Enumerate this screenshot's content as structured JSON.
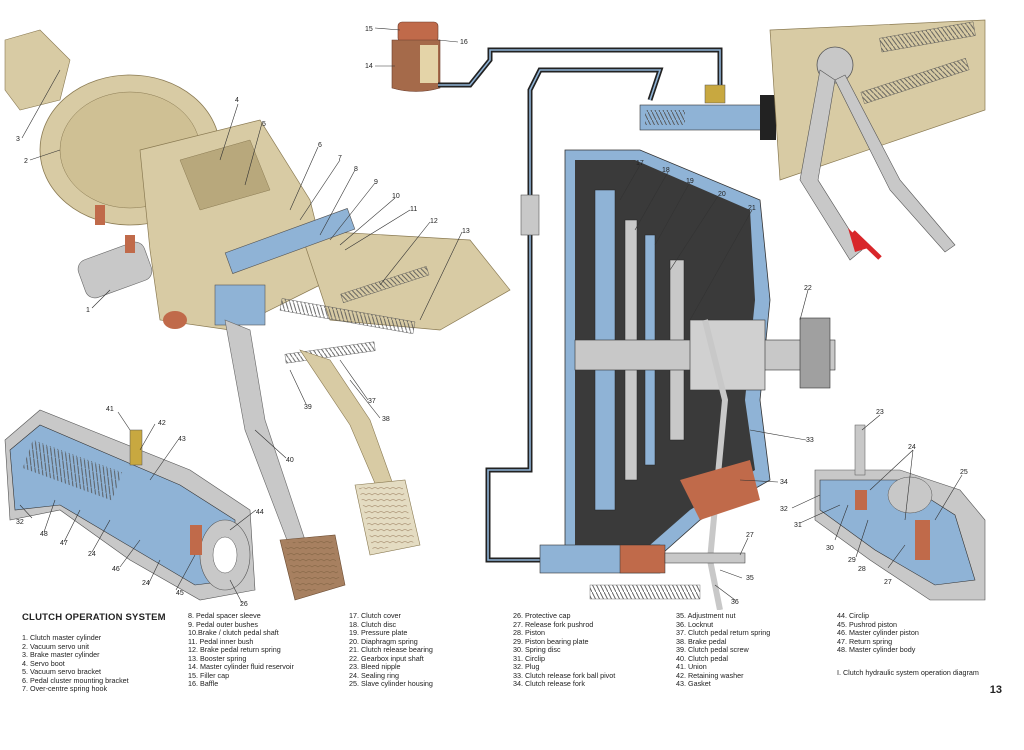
{
  "legend": {
    "title": "CLUTCH OPERATION SYSTEM",
    "columns": [
      [
        "1. Clutch master cylinder",
        "2. Vacuum servo unit",
        "3. Brake master cylinder",
        "4. Servo boot",
        "5. Vacuum servo bracket",
        "6. Pedal cluster mounting bracket",
        "7. Over-centre spring hook"
      ],
      [
        "8. Pedal spacer sleeve",
        "9. Pedal outer bushes",
        "10.Brake / clutch pedal shaft",
        "11. Pedal inner bush",
        "12. Brake pedal return spring",
        "13. Booster spring",
        "14. Master cylinder fluid reservoir",
        "15. Filler cap",
        "16. Baffle"
      ],
      [
        "17. Clutch cover",
        "18. Clutch disc",
        "19. Pressure plate",
        "20. Diaphragm spring",
        "21. Clutch release bearing",
        "22. Gearbox input shaft",
        "23. Bleed nipple",
        "24. Sealing ring",
        "25. Slave cylinder housing"
      ],
      [
        "26. Protective cap",
        "27. Release fork pushrod",
        "28. Piston",
        "29. Piston bearing plate",
        "30. Spring disc",
        "31. Circlip",
        "32. Plug",
        "33. Clutch release fork ball pivot",
        "34. Clutch release fork"
      ],
      [
        "35. Adjustment nut",
        "36. Locknut",
        "37. Clutch pedal return spring",
        "38. Brake pedal",
        "39. Clutch pedal screw",
        "40. Clutch pedal",
        "41. Union",
        "42. Retaining washer",
        "43. Gasket"
      ],
      [
        "44. Circlip",
        "45. Pushrod piston",
        "46. Master cylinder piston",
        "47. Return spring",
        "48. Master cylinder body"
      ]
    ],
    "caption": "I. Clutch hydraulic system operation diagram"
  },
  "page_number": "13",
  "callouts": {
    "n1": "1",
    "n2": "2",
    "n3": "3",
    "n4": "4",
    "n5": "5",
    "n6": "6",
    "n7": "7",
    "n8": "8",
    "n9": "9",
    "n10": "10",
    "n11": "11",
    "n12": "12",
    "n13": "13",
    "n14": "14",
    "n15": "15",
    "n16": "16",
    "n17": "17",
    "n18": "18",
    "n19": "19",
    "n20": "20",
    "n21": "21",
    "n22": "22",
    "n23": "23",
    "n24": "24",
    "n24b": "24",
    "n24c": "24",
    "n25": "25",
    "n26": "26",
    "n27": "27",
    "n27b": "27",
    "n28": "28",
    "n29": "29",
    "n30": "30",
    "n31": "31",
    "n32": "32",
    "n32b": "32",
    "n33": "33",
    "n34": "34",
    "n35": "35",
    "n36": "36",
    "n37": "37",
    "n38": "38",
    "n39": "39",
    "n40": "40",
    "n41": "41",
    "n42": "42",
    "n43": "43",
    "n44": "44",
    "n45": "45",
    "n46": "46",
    "n47": "47",
    "n48": "48"
  },
  "colors": {
    "housing": "#d8cba4",
    "housing_dark": "#b8a87c",
    "hydraulic_blue": "#8fb3d6",
    "metal": "#c8c8c8",
    "dark_cover": "#3a3a3a",
    "rust": "#c06a4a",
    "arrow_red": "#d8262a"
  }
}
